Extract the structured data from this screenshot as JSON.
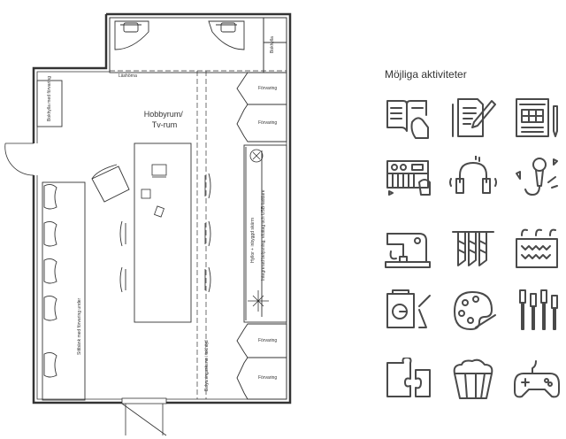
{
  "room_label": "Hobbyrum/\nTv-rum",
  "labels": {
    "bokhylla_top": "Bokhylla",
    "lashorna": "Läshörna",
    "bokhylla_left": "Bokhylla med förvaring",
    "sittbank": "Sittbänk med förvaring under",
    "hyllor": "Hyllor + inbyggd skärm",
    "belysning_usb": "Integrerad belysning, eluttag och USB-laddare",
    "belysningsskena": "Belysningsskena i takhöjd",
    "forvaring": [
      "Förvaring",
      "Förvaring",
      "Förvaring",
      "Förvaring"
    ]
  },
  "activities": {
    "title": "Möjliga aktiviteter",
    "icons": [
      "reading-icon",
      "writing-icon",
      "crossword-icon",
      "keyboard-music-icon",
      "headphones-music-icon",
      "karaoke-icon",
      "sewing-machine-icon",
      "knitting-icon",
      "embroidery-icon",
      "painting-canvas-icon",
      "palette-icon",
      "brushes-icon",
      "puzzle-icon",
      "popcorn-icon",
      "gamepad-icon"
    ]
  }
}
